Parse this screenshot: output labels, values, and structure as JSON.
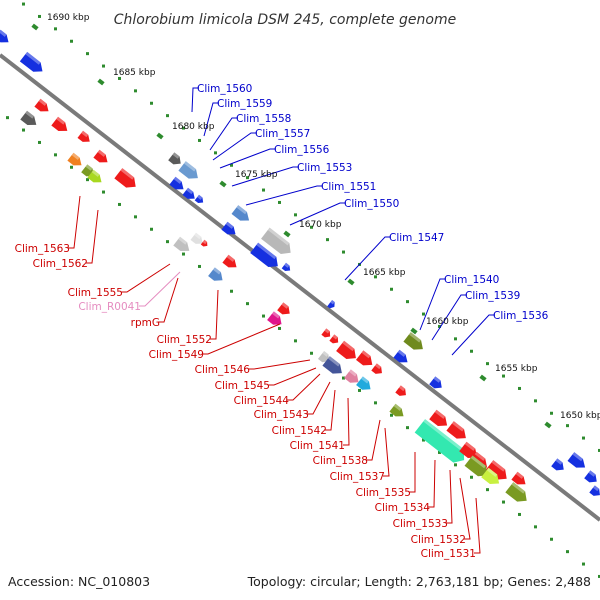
{
  "title": "Chlorobium limicola DSM 245, complete genome",
  "footer": {
    "accession": "Accession: NC_010803",
    "summary": "Topology: circular; Length: 2,763,181 bp; Genes: 2,488"
  },
  "colors": {
    "backbone": "#7a7a7a",
    "tick": "#2e8b2e",
    "top_strand_label": "#0000cc",
    "bottom_strand_label": "#cc0000",
    "rna_label": "#e58cc0"
  },
  "ticks": [
    {
      "label": "1690 kbp"
    },
    {
      "label": "1685 kbp"
    },
    {
      "label": "1680 kbp"
    },
    {
      "label": "1675 kbp"
    },
    {
      "label": "1670 kbp"
    },
    {
      "label": "1665 kbp"
    },
    {
      "label": "1660 kbp"
    },
    {
      "label": "1655 kbp"
    },
    {
      "label": "1650 kbp"
    }
  ],
  "top_labels": [
    {
      "text": "Clim_1560"
    },
    {
      "text": "Clim_1559"
    },
    {
      "text": "Clim_1558"
    },
    {
      "text": "Clim_1557"
    },
    {
      "text": "Clim_1556"
    },
    {
      "text": "Clim_1553"
    },
    {
      "text": "Clim_1551"
    },
    {
      "text": "Clim_1550"
    },
    {
      "text": "Clim_1547"
    },
    {
      "text": "Clim_1540"
    },
    {
      "text": "Clim_1539"
    },
    {
      "text": "Clim_1536"
    }
  ],
  "bottom_labels": [
    {
      "text": "Clim_1563"
    },
    {
      "text": "Clim_1562"
    },
    {
      "text": "Clim_1555"
    },
    {
      "text": "Clim_R0041"
    },
    {
      "text": "rpmG"
    },
    {
      "text": "Clim_1552"
    },
    {
      "text": "Clim_1549"
    },
    {
      "text": "Clim_1546"
    },
    {
      "text": "Clim_1545"
    },
    {
      "text": "Clim_1544"
    },
    {
      "text": "Clim_1543"
    },
    {
      "text": "Clim_1542"
    },
    {
      "text": "Clim_1541"
    },
    {
      "text": "Clim_1538"
    },
    {
      "text": "Clim_1537"
    },
    {
      "text": "Clim_1535"
    },
    {
      "text": "Clim_1534"
    },
    {
      "text": "Clim_1533"
    },
    {
      "text": "Clim_1532"
    },
    {
      "text": "Clim_1531"
    }
  ]
}
